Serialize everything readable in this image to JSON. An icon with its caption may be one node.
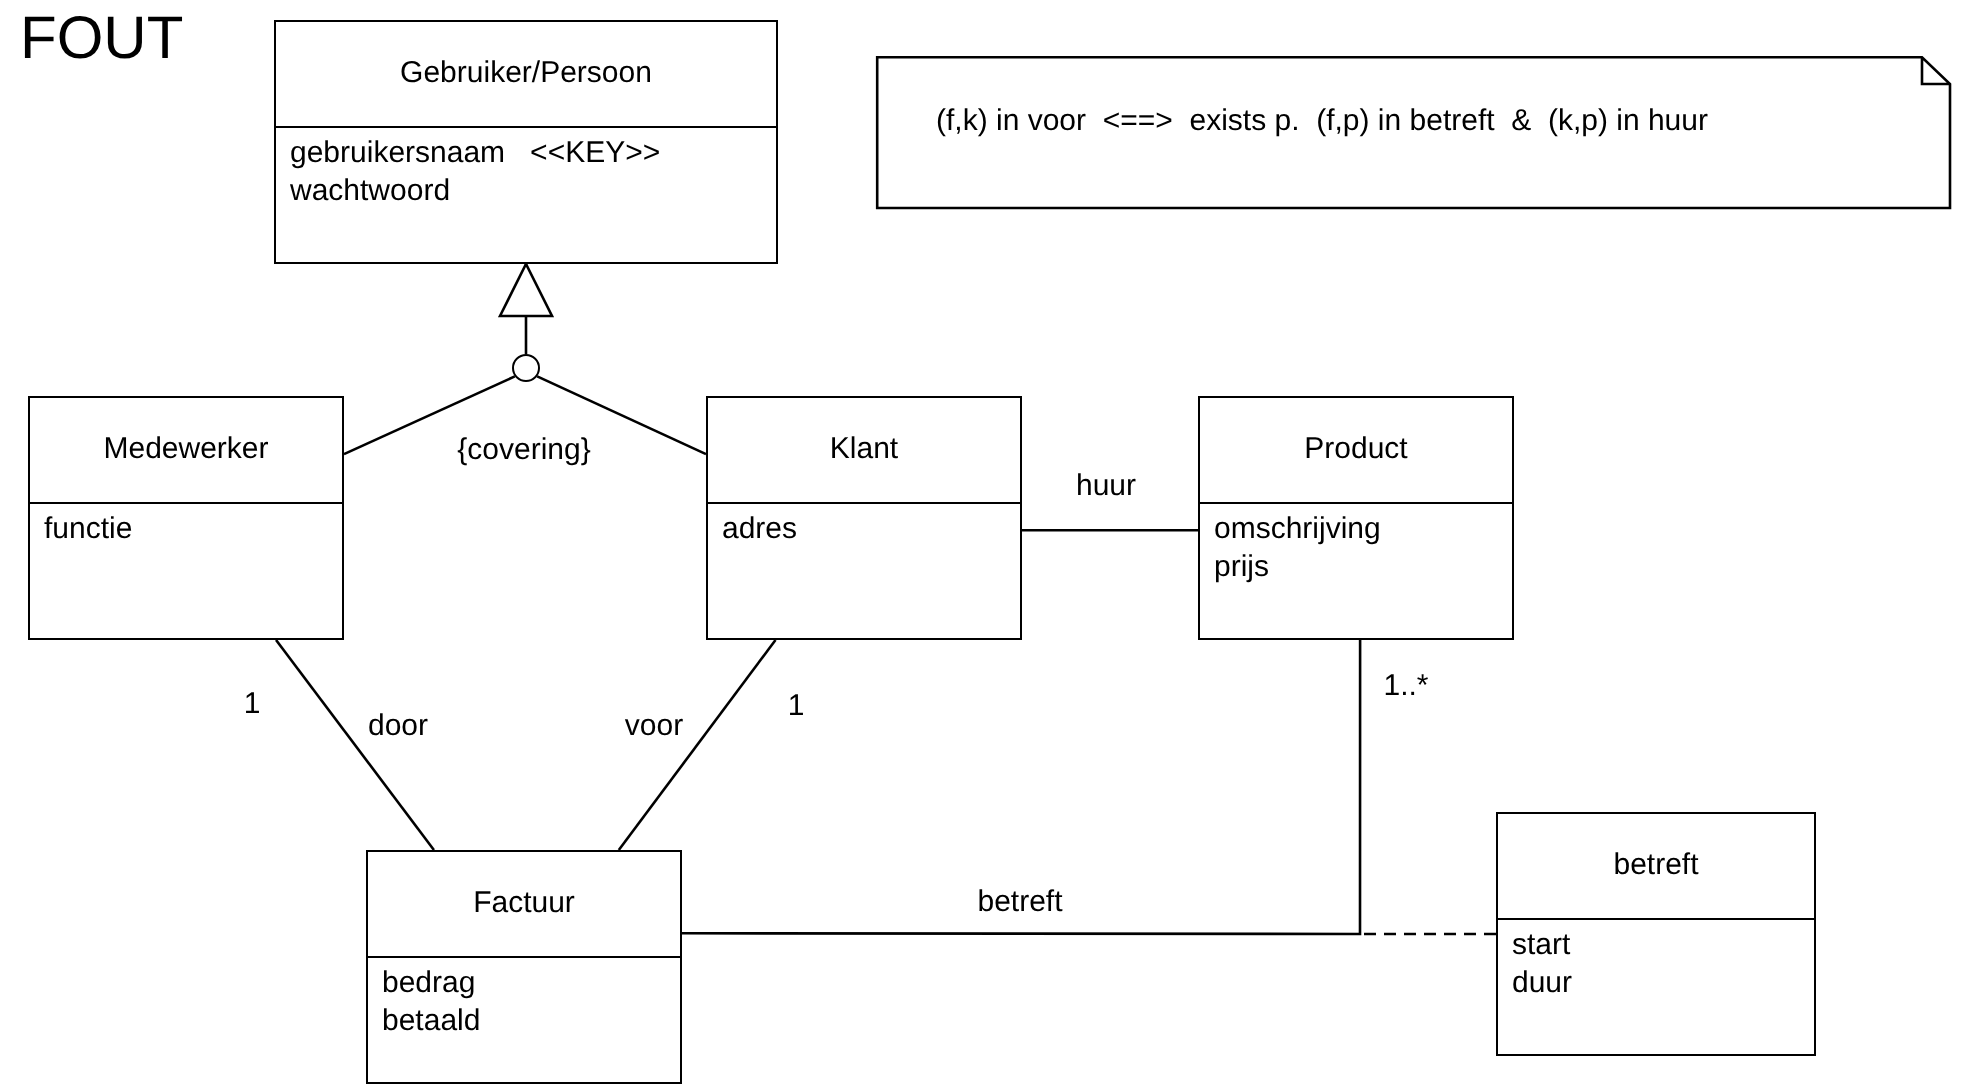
{
  "diagram": {
    "title": "FOUT",
    "nodes": [
      {
        "text": [
          "Gebruiker/Persoon",
          "gebruikersnaam   <<KEY>>",
          "wachtwoord"
        ]
      },
      {
        "text": [
          "Medewerker",
          "functie"
        ]
      },
      {
        "text": [
          "Klant",
          "adres"
        ]
      },
      {
        "text": [
          "Product",
          "omschrijving",
          "prijs"
        ]
      },
      {
        "text": [
          "Factuur",
          "bedrag",
          "betaald"
        ]
      },
      {
        "text": [
          "betreft",
          "start",
          "duur"
        ]
      },
      {
        "text": [
          "(f,k) in voor  <==>  exists p.  (f,p) in betreft  &  (k,p) in huur"
        ]
      },
      {
        "text": [],
        "shape": "circle"
      }
    ],
    "edges": [
      {
        "from": 1,
        "to": 7,
        "arrow": "none"
      },
      {
        "from": 2,
        "to": 7,
        "arrow": "none"
      },
      {
        "from": 7,
        "to": 0,
        "arrow": "to"
      },
      {
        "from": 2,
        "to": 3,
        "arrow": "none",
        "label": "huur"
      },
      {
        "from": 1,
        "to": 4,
        "arrow": "none",
        "label": "door"
      },
      {
        "from": 2,
        "to": 4,
        "arrow": "none",
        "label": "voor"
      },
      {
        "from": 4,
        "to": 3,
        "arrow": "none",
        "label": "betreft"
      },
      {
        "from": 5,
        "to": null,
        "arrow": "none",
        "style": "dashed"
      }
    ],
    "labels": [
      "{covering}",
      "1",
      "1",
      "1..*"
    ]
  }
}
